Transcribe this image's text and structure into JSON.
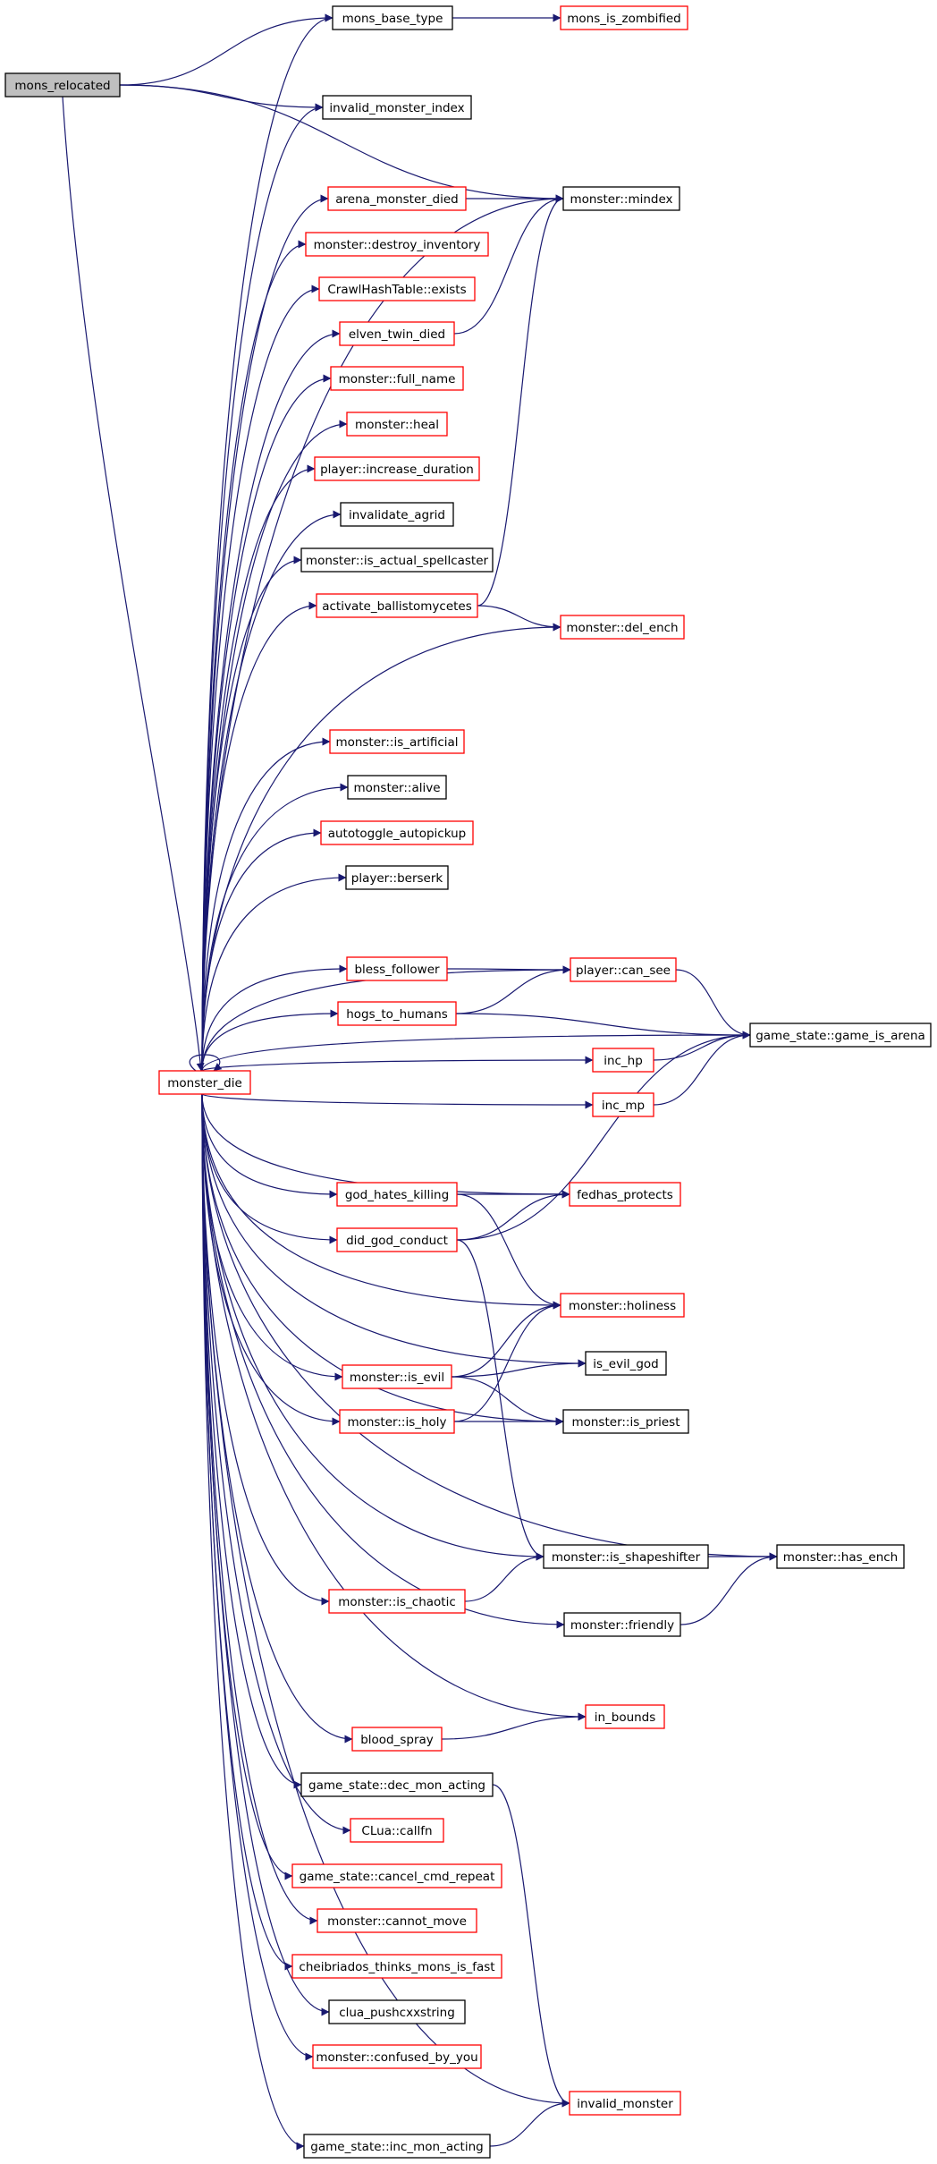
{
  "diagram": {
    "colors": {
      "edge": "#191970",
      "documented_border": "#000000",
      "undocumented_border": "#ff0000",
      "root_fill": "#bfbfbf",
      "node_fill": "#ffffff"
    },
    "nodes": [
      {
        "id": "mons_relocated",
        "label": "mons_relocated",
        "style": "root"
      },
      {
        "id": "mons_base_type",
        "label": "mons_base_type",
        "style": "black"
      },
      {
        "id": "mons_is_zombified",
        "label": "mons_is_zombified",
        "style": "red"
      },
      {
        "id": "invalid_monster_index",
        "label": "invalid_monster_index",
        "style": "black"
      },
      {
        "id": "arena_monster_died",
        "label": "arena_monster_died",
        "style": "red"
      },
      {
        "id": "monster_mindex",
        "label": "monster::mindex",
        "style": "black"
      },
      {
        "id": "destroy_inventory",
        "label": "monster::destroy_inventory",
        "style": "red"
      },
      {
        "id": "crawl_exists",
        "label": "CrawlHashTable::exists",
        "style": "red"
      },
      {
        "id": "elven_twin_died",
        "label": "elven_twin_died",
        "style": "red"
      },
      {
        "id": "full_name",
        "label": "monster::full_name",
        "style": "red"
      },
      {
        "id": "heal",
        "label": "monster::heal",
        "style": "red"
      },
      {
        "id": "increase_duration",
        "label": "player::increase_duration",
        "style": "red"
      },
      {
        "id": "invalidate_agrid",
        "label": "invalidate_agrid",
        "style": "black"
      },
      {
        "id": "is_actual_spellcaster",
        "label": "monster::is_actual_spellcaster",
        "style": "black"
      },
      {
        "id": "activate_ballistomycetes",
        "label": "activate_ballistomycetes",
        "style": "red"
      },
      {
        "id": "del_ench",
        "label": "monster::del_ench",
        "style": "red"
      },
      {
        "id": "is_artificial",
        "label": "monster::is_artificial",
        "style": "red"
      },
      {
        "id": "alive",
        "label": "monster::alive",
        "style": "black"
      },
      {
        "id": "autotoggle_autopickup",
        "label": "autotoggle_autopickup",
        "style": "red"
      },
      {
        "id": "berserk",
        "label": "player::berserk",
        "style": "black"
      },
      {
        "id": "bless_follower",
        "label": "bless_follower",
        "style": "red"
      },
      {
        "id": "can_see",
        "label": "player::can_see",
        "style": "red"
      },
      {
        "id": "hogs_to_humans",
        "label": "hogs_to_humans",
        "style": "red"
      },
      {
        "id": "game_is_arena",
        "label": "game_state::game_is_arena",
        "style": "black"
      },
      {
        "id": "monster_die",
        "label": "monster_die",
        "style": "red"
      },
      {
        "id": "inc_hp",
        "label": "inc_hp",
        "style": "red"
      },
      {
        "id": "inc_mp",
        "label": "inc_mp",
        "style": "red"
      },
      {
        "id": "god_hates_killing",
        "label": "god_hates_killing",
        "style": "red"
      },
      {
        "id": "fedhas_protects",
        "label": "fedhas_protects",
        "style": "red"
      },
      {
        "id": "did_god_conduct",
        "label": "did_god_conduct",
        "style": "red"
      },
      {
        "id": "holiness",
        "label": "monster::holiness",
        "style": "red"
      },
      {
        "id": "is_evil",
        "label": "monster::is_evil",
        "style": "red"
      },
      {
        "id": "is_evil_god",
        "label": "is_evil_god",
        "style": "black"
      },
      {
        "id": "is_holy",
        "label": "monster::is_holy",
        "style": "red"
      },
      {
        "id": "is_priest",
        "label": "monster::is_priest",
        "style": "black"
      },
      {
        "id": "is_shapeshifter",
        "label": "monster::is_shapeshifter",
        "style": "black"
      },
      {
        "id": "has_ench",
        "label": "monster::has_ench",
        "style": "black"
      },
      {
        "id": "is_chaotic",
        "label": "monster::is_chaotic",
        "style": "red"
      },
      {
        "id": "friendly",
        "label": "monster::friendly",
        "style": "black"
      },
      {
        "id": "blood_spray",
        "label": "blood_spray",
        "style": "red"
      },
      {
        "id": "in_bounds",
        "label": "in_bounds",
        "style": "red"
      },
      {
        "id": "dec_mon_acting",
        "label": "game_state::dec_mon_acting",
        "style": "black"
      },
      {
        "id": "callfn",
        "label": "CLua::callfn",
        "style": "red"
      },
      {
        "id": "cancel_cmd_repeat",
        "label": "game_state::cancel_cmd_repeat",
        "style": "red"
      },
      {
        "id": "cannot_move",
        "label": "monster::cannot_move",
        "style": "red"
      },
      {
        "id": "cheibriados",
        "label": "cheibriados_thinks_mons_is_fast",
        "style": "red"
      },
      {
        "id": "clua_push",
        "label": "clua_pushcxxstring",
        "style": "black"
      },
      {
        "id": "confused_by_you",
        "label": "monster::confused_by_you",
        "style": "red"
      },
      {
        "id": "invalid_monster",
        "label": "invalid_monster",
        "style": "red"
      },
      {
        "id": "inc_mon_acting",
        "label": "game_state::inc_mon_acting",
        "style": "black"
      }
    ],
    "edges": [
      [
        "mons_relocated",
        "mons_base_type"
      ],
      [
        "mons_relocated",
        "invalid_monster_index"
      ],
      [
        "mons_relocated",
        "monster_mindex"
      ],
      [
        "mons_relocated",
        "monster_die"
      ],
      [
        "mons_base_type",
        "mons_is_zombified"
      ],
      [
        "arena_monster_died",
        "monster_mindex"
      ],
      [
        "elven_twin_died",
        "monster_mindex"
      ],
      [
        "activate_ballistomycetes",
        "monster_mindex"
      ],
      [
        "activate_ballistomycetes",
        "del_ench"
      ],
      [
        "bless_follower",
        "can_see"
      ],
      [
        "hogs_to_humans",
        "can_see"
      ],
      [
        "hogs_to_humans",
        "game_is_arena"
      ],
      [
        "can_see",
        "game_is_arena"
      ],
      [
        "inc_hp",
        "game_is_arena"
      ],
      [
        "inc_mp",
        "game_is_arena"
      ],
      [
        "god_hates_killing",
        "fedhas_protects"
      ],
      [
        "god_hates_killing",
        "holiness"
      ],
      [
        "did_god_conduct",
        "fedhas_protects"
      ],
      [
        "did_god_conduct",
        "game_is_arena"
      ],
      [
        "did_god_conduct",
        "is_shapeshifter"
      ],
      [
        "is_evil",
        "holiness"
      ],
      [
        "is_evil",
        "is_evil_god"
      ],
      [
        "is_evil",
        "is_priest"
      ],
      [
        "is_holy",
        "holiness"
      ],
      [
        "is_holy",
        "is_priest"
      ],
      [
        "is_shapeshifter",
        "has_ench"
      ],
      [
        "is_chaotic",
        "is_shapeshifter"
      ],
      [
        "friendly",
        "has_ench"
      ],
      [
        "blood_spray",
        "in_bounds"
      ],
      [
        "dec_mon_acting",
        "invalid_monster"
      ],
      [
        "inc_mon_acting",
        "invalid_monster"
      ],
      [
        "monster_die",
        "monster_die"
      ],
      [
        "monster_die",
        "mons_base_type"
      ],
      [
        "monster_die",
        "invalid_monster_index"
      ],
      [
        "monster_die",
        "monster_mindex"
      ],
      [
        "monster_die",
        "arena_monster_died"
      ],
      [
        "monster_die",
        "destroy_inventory"
      ],
      [
        "monster_die",
        "crawl_exists"
      ],
      [
        "monster_die",
        "elven_twin_died"
      ],
      [
        "monster_die",
        "full_name"
      ],
      [
        "monster_die",
        "heal"
      ],
      [
        "monster_die",
        "increase_duration"
      ],
      [
        "monster_die",
        "invalidate_agrid"
      ],
      [
        "monster_die",
        "is_actual_spellcaster"
      ],
      [
        "monster_die",
        "activate_ballistomycetes"
      ],
      [
        "monster_die",
        "del_ench"
      ],
      [
        "monster_die",
        "game_is_arena"
      ],
      [
        "monster_die",
        "is_artificial"
      ],
      [
        "monster_die",
        "alive"
      ],
      [
        "monster_die",
        "autotoggle_autopickup"
      ],
      [
        "monster_die",
        "berserk"
      ],
      [
        "monster_die",
        "can_see"
      ],
      [
        "monster_die",
        "bless_follower"
      ],
      [
        "monster_die",
        "hogs_to_humans"
      ],
      [
        "monster_die",
        "inc_hp"
      ],
      [
        "monster_die",
        "inc_mp"
      ],
      [
        "monster_die",
        "fedhas_protects"
      ],
      [
        "monster_die",
        "god_hates_killing"
      ],
      [
        "monster_die",
        "did_god_conduct"
      ],
      [
        "monster_die",
        "holiness"
      ],
      [
        "monster_die",
        "is_evil_god"
      ],
      [
        "monster_die",
        "is_evil"
      ],
      [
        "monster_die",
        "is_holy"
      ],
      [
        "monster_die",
        "is_priest"
      ],
      [
        "monster_die",
        "has_ench"
      ],
      [
        "monster_die",
        "is_shapeshifter"
      ],
      [
        "monster_die",
        "is_chaotic"
      ],
      [
        "monster_die",
        "friendly"
      ],
      [
        "monster_die",
        "in_bounds"
      ],
      [
        "monster_die",
        "blood_spray"
      ],
      [
        "monster_die",
        "dec_mon_acting"
      ],
      [
        "monster_die",
        "callfn"
      ],
      [
        "monster_die",
        "cancel_cmd_repeat"
      ],
      [
        "monster_die",
        "cannot_move"
      ],
      [
        "monster_die",
        "cheibriados"
      ],
      [
        "monster_die",
        "clua_push"
      ],
      [
        "monster_die",
        "confused_by_you"
      ],
      [
        "monster_die",
        "invalid_monster"
      ],
      [
        "monster_die",
        "inc_mon_acting"
      ]
    ]
  }
}
